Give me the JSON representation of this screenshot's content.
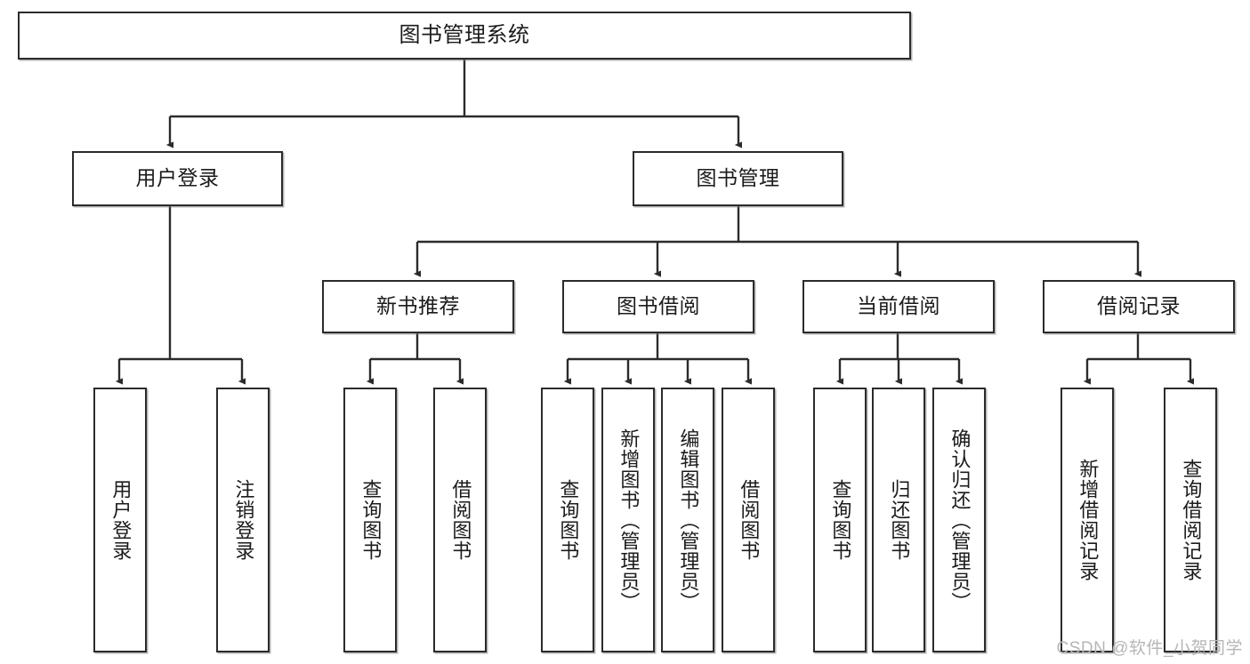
{
  "diagram": {
    "title": "图书管理系统",
    "type": "hierarchy-tree",
    "root": {
      "label": "图书管理系统"
    },
    "level2": [
      {
        "label": "用户登录"
      },
      {
        "label": "图书管理"
      }
    ],
    "level3": [
      {
        "label": "新书推荐"
      },
      {
        "label": "图书借阅"
      },
      {
        "label": "当前借阅"
      },
      {
        "label": "借阅记录"
      }
    ],
    "leaves_user_login": [
      {
        "label": "用户登录"
      },
      {
        "label": "注销登录"
      }
    ],
    "leaves_new_book": [
      {
        "label": "查询图书"
      },
      {
        "label": "借阅图书"
      }
    ],
    "leaves_borrow": [
      {
        "label": "查询图书"
      },
      {
        "label": "新增图书（管理员）"
      },
      {
        "label": "编辑图书（管理员）"
      },
      {
        "label": "借阅图书"
      }
    ],
    "leaves_current": [
      {
        "label": "查询图书"
      },
      {
        "label": "归还图书"
      },
      {
        "label": "确认归还（管理员）"
      }
    ],
    "leaves_records": [
      {
        "label": "新增借阅记录"
      },
      {
        "label": "查询借阅记录"
      }
    ]
  },
  "watermark": {
    "text": "CSDN @软件_小贺同学"
  },
  "colors": {
    "stroke": "#2b2b2b",
    "box_fill": "#ffffff",
    "text": "#1b1b1b",
    "watermark": "#b6b6b6",
    "background": "#ffffff"
  }
}
